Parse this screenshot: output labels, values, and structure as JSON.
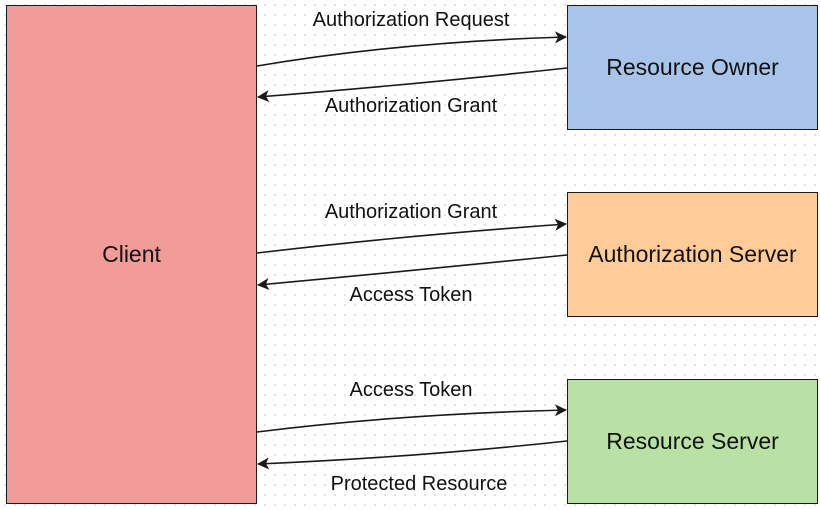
{
  "colors": {
    "client": "#f19c99",
    "resource_owner": "#a9c4eb",
    "authorization_server": "#ffcc99",
    "resource_server": "#b9e0a5",
    "stroke": "#1a1a1a"
  },
  "nodes": {
    "client": "Client",
    "resource_owner": "Resource Owner",
    "authorization_server": "Authorization Server",
    "resource_server": "Resource Server"
  },
  "edges": [
    {
      "from": "Client",
      "to": "Resource Owner",
      "label": "Authorization Request"
    },
    {
      "from": "Resource Owner",
      "to": "Client",
      "label": "Authorization Grant"
    },
    {
      "from": "Client",
      "to": "Authorization Server",
      "label": "Authorization Grant"
    },
    {
      "from": "Authorization Server",
      "to": "Client",
      "label": "Access Token"
    },
    {
      "from": "Client",
      "to": "Resource Server",
      "label": "Access Token"
    },
    {
      "from": "Resource Server",
      "to": "Client",
      "label": "Protected Resource"
    }
  ]
}
